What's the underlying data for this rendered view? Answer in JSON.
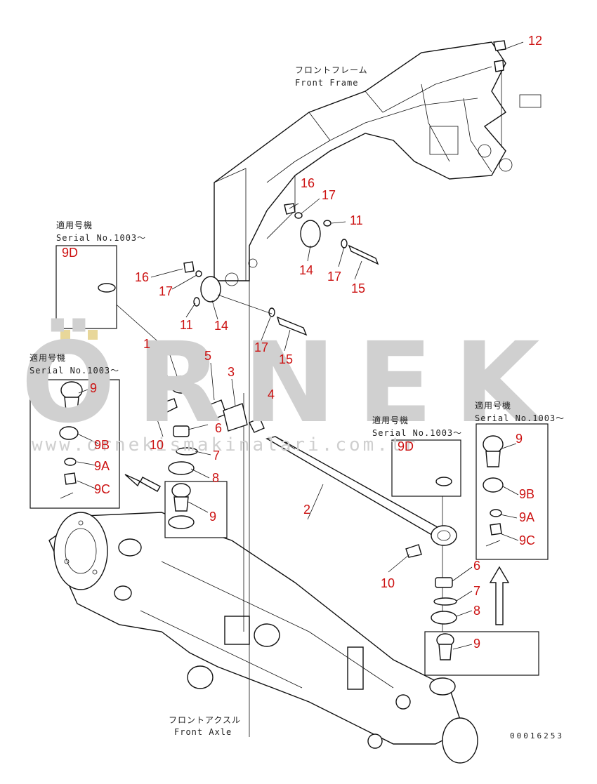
{
  "titles": {
    "front_frame_jp": "フロントフレーム",
    "front_frame_en": "Front Frame",
    "front_axle_jp": "フロントアクスル",
    "front_axle_en": "Front Axle"
  },
  "serial_note": {
    "jp": "適用号機",
    "en": "Serial No.1003～"
  },
  "watermark": {
    "brand": "ÖRNEK",
    "url": "www.ornekismakinalari.com.tr"
  },
  "drawing_code": "00016253",
  "callouts": {
    "c1": "1",
    "c2": "2",
    "c3": "3",
    "c4": "4",
    "c5": "5",
    "c6a": "6",
    "c6b": "6",
    "c7a": "7",
    "c7b": "7",
    "c8a": "8",
    "c8b": "8",
    "c9a": "9",
    "c9b": "9",
    "c9c": "9",
    "c9d": "9",
    "c9A1": "9A",
    "c9A2": "9A",
    "c9B1": "9B",
    "c9B2": "9B",
    "c9C1": "9C",
    "c9C2": "9C",
    "c9D1": "9D",
    "c9D2": "9D",
    "c10a": "10",
    "c10b": "10",
    "c11a": "11",
    "c11b": "11",
    "c12": "12",
    "c14a": "14",
    "c14b": "14",
    "c15a": "15",
    "c15b": "15",
    "c16a": "16",
    "c16b": "16",
    "c17a": "17",
    "c17b": "17",
    "c17c": "17",
    "c17d": "17"
  },
  "colors": {
    "callout": "#cc1111",
    "line": "#111111",
    "watermark": "#d0d0d0"
  }
}
